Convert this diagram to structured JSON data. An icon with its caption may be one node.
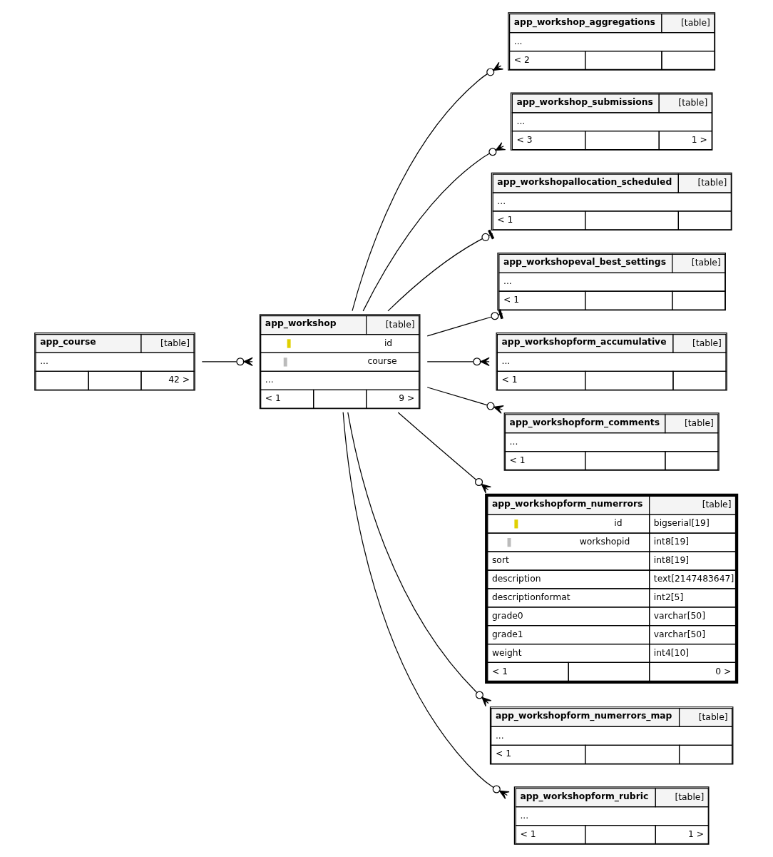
{
  "diagram": {
    "nodes": [
      {
        "text": [
          "app_course",
          "[table]",
          "...",
          "42 >"
        ]
      },
      {
        "text": [
          "app_workshop",
          "[table]",
          "id",
          "course",
          "...",
          "< 1",
          "9 >"
        ]
      },
      {
        "text": [
          "app_workshop_aggregations",
          "[table]",
          "...",
          "< 2"
        ]
      },
      {
        "text": [
          "app_workshop_submissions",
          "[table]",
          "...",
          "< 3",
          "1 >"
        ]
      },
      {
        "text": [
          "app_workshopallocation_scheduled",
          "[table]",
          "...",
          "< 1"
        ]
      },
      {
        "text": [
          "app_workshopeval_best_settings",
          "[table]",
          "...",
          "< 1"
        ]
      },
      {
        "text": [
          "app_workshopform_accumulative",
          "[table]",
          "...",
          "< 1"
        ]
      },
      {
        "text": [
          "app_workshopform_comments",
          "[table]",
          "...",
          "< 1"
        ]
      },
      {
        "text": [
          "app_workshopform_numerrors",
          "[table]",
          "id",
          "bigserial[19]",
          "workshopid",
          "int8[19]",
          "sort",
          "int8[19]",
          "description",
          "text[2147483647]",
          "descriptionformat",
          "int2[5]",
          "grade0",
          "varchar[50]",
          "grade1",
          "varchar[50]",
          "weight",
          "int4[10]",
          "< 1",
          "0 >"
        ]
      },
      {
        "text": [
          "app_workshopform_numerrors_map",
          "[table]",
          "...",
          "< 1"
        ]
      },
      {
        "text": [
          "app_workshopform_rubric",
          "[table]",
          "...",
          "< 1",
          "1 >"
        ]
      }
    ],
    "edges": [
      {
        "from": 0,
        "to": 1,
        "arrow": "other"
      },
      {
        "from": 1,
        "to": 2,
        "arrow": "other"
      },
      {
        "from": 1,
        "to": 3,
        "arrow": "other"
      },
      {
        "from": 1,
        "to": 4,
        "arrow": "other"
      },
      {
        "from": 1,
        "to": 5,
        "arrow": "other"
      },
      {
        "from": 1,
        "to": 6,
        "arrow": "other"
      },
      {
        "from": 1,
        "to": 7,
        "arrow": "other"
      },
      {
        "from": 1,
        "to": 8,
        "arrow": "other"
      },
      {
        "from": 1,
        "to": 9,
        "arrow": "other"
      },
      {
        "from": 1,
        "to": 10,
        "arrow": "other"
      }
    ]
  }
}
